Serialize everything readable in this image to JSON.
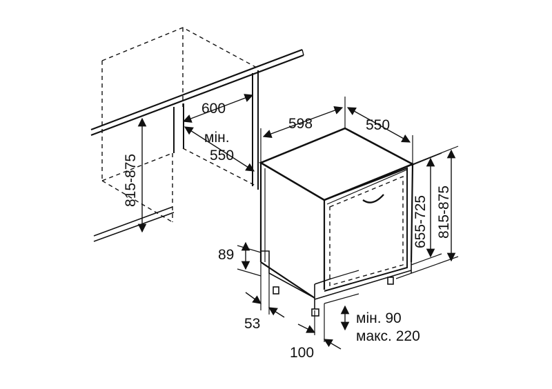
{
  "dimensions": {
    "cabinet_width": "600",
    "min_label": "мін.",
    "cabinet_depth": "550",
    "cabinet_height": "815-875",
    "appliance_width": "598",
    "appliance_depth": "550",
    "door_height": "655-725",
    "appliance_height": "815-875",
    "plinth_height": "89",
    "plinth_depth": "53",
    "door_gap": "100",
    "foot_min": "мін. 90",
    "foot_max": "макс. 220"
  },
  "colors": {
    "line": "#111111",
    "background": "#ffffff"
  }
}
